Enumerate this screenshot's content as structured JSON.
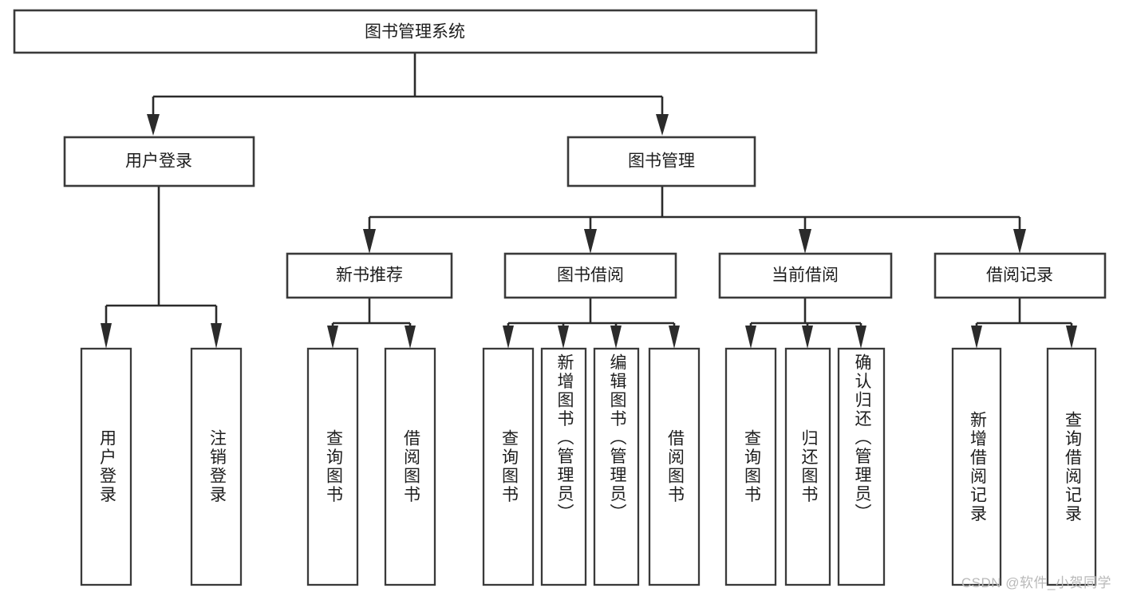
{
  "diagram": {
    "title_node": {
      "label": "图书管理系统"
    },
    "level1": [
      {
        "id": "user-login",
        "label": "用户登录"
      },
      {
        "id": "book-management",
        "label": "图书管理"
      }
    ],
    "level2": [
      {
        "id": "new-book-recommend",
        "label": "新书推荐"
      },
      {
        "id": "book-borrow",
        "label": "图书借阅"
      },
      {
        "id": "current-borrow",
        "label": "当前借阅"
      },
      {
        "id": "borrow-record",
        "label": "借阅记录"
      }
    ],
    "leaves": [
      {
        "id": "leaf-user-login",
        "label": "用户登录",
        "parent": "user-login"
      },
      {
        "id": "leaf-user-logout",
        "label": "注销登录",
        "parent": "user-login"
      },
      {
        "id": "leaf-query-book-1",
        "label": "查询图书",
        "parent": "new-book-recommend"
      },
      {
        "id": "leaf-borrow-book-1",
        "label": "借阅图书",
        "parent": "new-book-recommend"
      },
      {
        "id": "leaf-query-book-2",
        "label": "查询图书",
        "parent": "book-borrow"
      },
      {
        "id": "leaf-add-book",
        "label": "新增图书（管理员）",
        "parent": "book-borrow"
      },
      {
        "id": "leaf-edit-book",
        "label": "编辑图书（管理员）",
        "parent": "book-borrow"
      },
      {
        "id": "leaf-borrow-book-2",
        "label": "借阅图书",
        "parent": "book-borrow"
      },
      {
        "id": "leaf-query-book-3",
        "label": "查询图书",
        "parent": "current-borrow"
      },
      {
        "id": "leaf-return-book",
        "label": "归还图书",
        "parent": "current-borrow"
      },
      {
        "id": "leaf-confirm-return",
        "label": "确认归还（管理员）",
        "parent": "current-borrow"
      },
      {
        "id": "leaf-add-record",
        "label": "新增借阅记录",
        "parent": "borrow-record"
      },
      {
        "id": "leaf-query-record",
        "label": "查询借阅记录",
        "parent": "borrow-record"
      }
    ],
    "watermark": "CSDN @软件_小贺同学",
    "colors": {
      "stroke": "#3a3a3a",
      "connector": "#2b2b2b",
      "text": "#1d1d1d",
      "background": "#ffffff",
      "watermark": "#b9b9b9"
    }
  }
}
